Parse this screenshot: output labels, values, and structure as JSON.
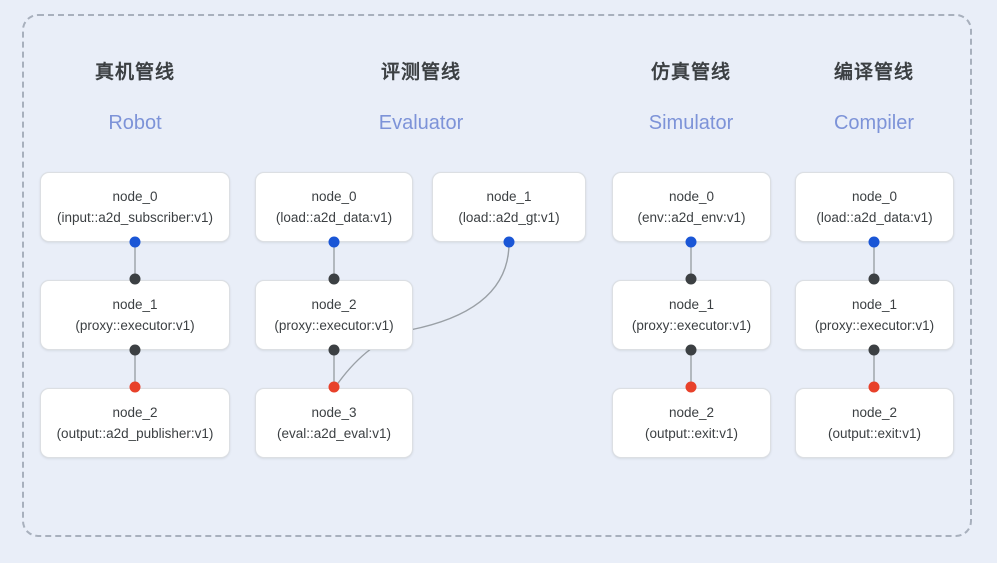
{
  "diagram": {
    "title_cn_columns": [
      "真机管线",
      "评测管线",
      "仿真管线",
      "编译管线"
    ],
    "colors": {
      "canvas_bg": "#e9eef8",
      "frame_border": "#a8b0bd",
      "box_bg": "#ffffff",
      "box_border": "#dcdfe3",
      "title_cn": "#3c4043",
      "title_en": "#7d93d8",
      "port_out_blue": "#1a56d6",
      "port_in_black": "#3c4043",
      "port_terminal_red": "#e8412a",
      "edge_line": "#9aa0a6"
    }
  },
  "columns": [
    {
      "id": "robot",
      "title_cn": "真机管线",
      "title_en": "Robot",
      "nodes": [
        {
          "name": "node_0",
          "kind": "(input::a2d_subscriber:v1)"
        },
        {
          "name": "node_1",
          "kind": "(proxy::executor:v1)"
        },
        {
          "name": "node_2",
          "kind": "(output::a2d_publisher:v1)"
        }
      ]
    },
    {
      "id": "evaluator",
      "title_cn": "评测管线",
      "title_en": "Evaluator",
      "nodes": [
        {
          "name": "node_0",
          "kind": "(load::a2d_data:v1)"
        },
        {
          "name": "node_1",
          "kind": "(load::a2d_gt:v1)"
        },
        {
          "name": "node_2",
          "kind": "(proxy::executor:v1)"
        },
        {
          "name": "node_3",
          "kind": "(eval::a2d_eval:v1)"
        }
      ]
    },
    {
      "id": "simulator",
      "title_cn": "仿真管线",
      "title_en": "Simulator",
      "nodes": [
        {
          "name": "node_0",
          "kind": "(env::a2d_env:v1)"
        },
        {
          "name": "node_1",
          "kind": "(proxy::executor:v1)"
        },
        {
          "name": "node_2",
          "kind": "(output::exit:v1)"
        }
      ]
    },
    {
      "id": "compiler",
      "title_cn": "编译管线",
      "title_en": "Compiler",
      "nodes": [
        {
          "name": "node_0",
          "kind": "(load::a2d_data:v1)"
        },
        {
          "name": "node_1",
          "kind": "(proxy::executor:v1)"
        },
        {
          "name": "node_2",
          "kind": "(output::exit:v1)"
        }
      ]
    }
  ]
}
